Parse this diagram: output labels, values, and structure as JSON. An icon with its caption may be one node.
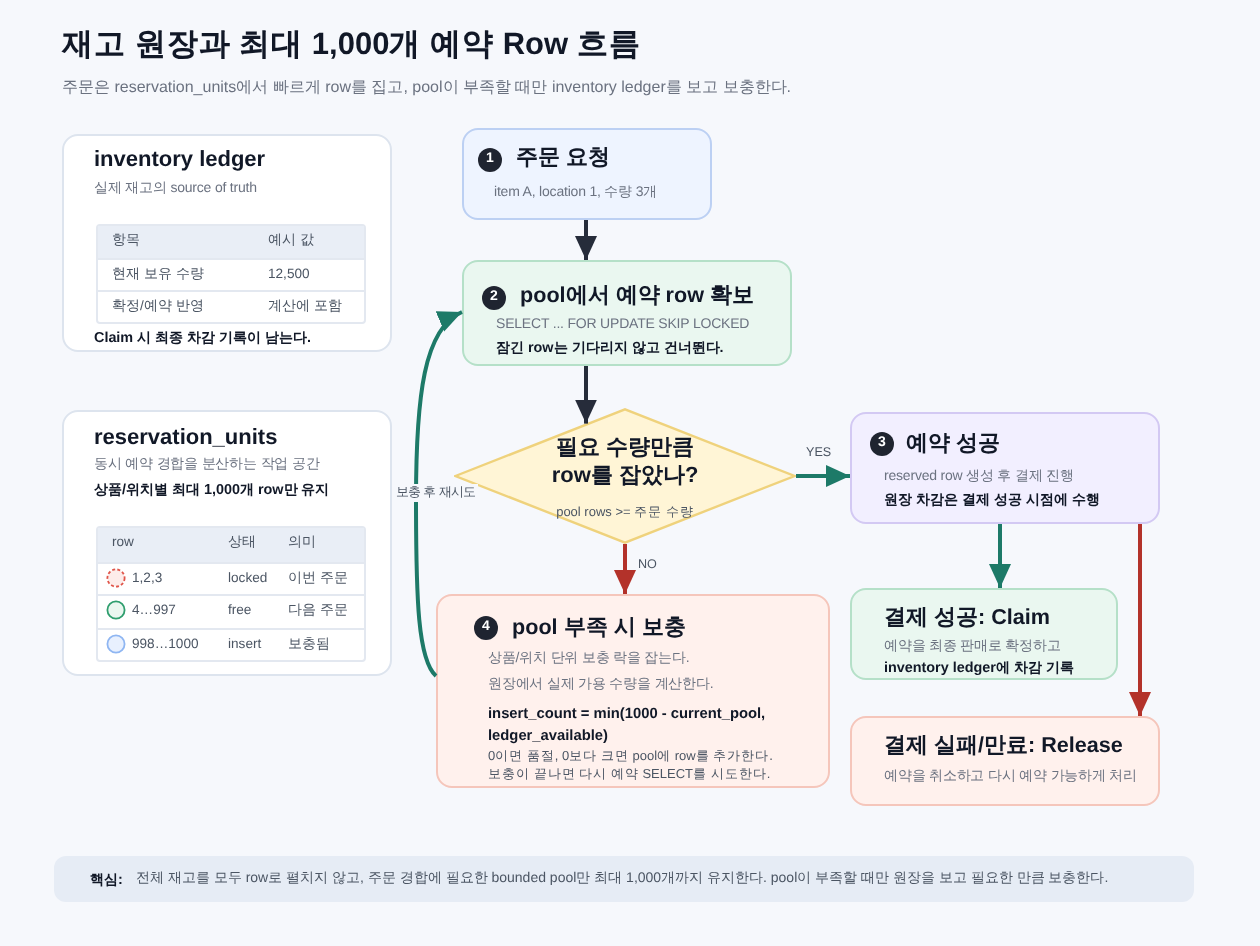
{
  "diagram": {
    "title": "재고 원장과 최대 1,000개 예약 Row 흐름",
    "nodes": [
      {
        "text": [
          "inventory ledger",
          "실제 재고의 source of truth",
          "항목",
          "예시 값",
          "현재 보유 수량",
          "12,500",
          "확정/예약 반영",
          "계산에 포함",
          "Claim 시 최종 차감 기록이 남는다."
        ]
      },
      {
        "text": [
          "reservation_units",
          "동시 예약 경합을 분산하는 작업 공간",
          "상품/위치별 최대 1,000개 row만 유지",
          "row",
          "상태",
          "의미",
          "1,2,3",
          "locked",
          "이번 주문",
          "4…997",
          "free",
          "다음 주문",
          "998…1000",
          "insert",
          "보충됨"
        ]
      },
      {
        "text": [
          "1",
          "주문 요청",
          "item A, location 1, 수량 3개"
        ]
      },
      {
        "text": [
          "2",
          "pool에서 예약 row 확보",
          "SELECT ... FOR UPDATE SKIP LOCKED",
          "잠긴 row는 기다리지 않고 건너뛴다."
        ]
      },
      {
        "text": [
          "필요 수량만큼 row를 잡았나?",
          "pool rows >= 주문 수량"
        ]
      },
      {
        "text": [
          "3",
          "예약 성공",
          "reserved row 생성 후 결제 진행",
          "원장 차감은 결제 성공 시점에 수행"
        ]
      },
      {
        "text": [
          "4",
          "pool 부족 시 보충",
          "상품/위치 단위 보충 락을 잡는다.",
          "원장에서 실제 가용 수량을 계산한다.",
          "insert_count = min(1000 - current_pool, ledger_available)",
          "0이면 품절, 0보다 크면 pool에 row를 추가한다.",
          "보충이 끝나면 다시 예약 SELECT를 시도한다."
        ]
      },
      {
        "text": [
          "결제 성공: Claim",
          "예약을 최종 판매로 확정하고",
          "inventory ledger에 차감 기록"
        ]
      },
      {
        "text": [
          "결제 실패/만료: Release",
          "예약을 취소하고 다시 예약 가능하게 처리"
        ]
      },
      {
        "text": [
          "핵심:",
          "전체 재고를 모두 row로 펼치지 않고, 주문 경합에 필요한 bounded pool만 최대 1,000개까지 유지한다. pool이 부족할 때만 원장을 보고 필요한 만큼 보충한다."
        ]
      }
    ],
    "edges": [
      {
        "from": 2,
        "to": 3,
        "arrow": "to"
      },
      {
        "from": 3,
        "to": 4,
        "arrow": "to"
      },
      {
        "from": 4,
        "to": 5,
        "arrow": "to",
        "label": "YES",
        "color": "#1d7a68"
      },
      {
        "from": 4,
        "to": 6,
        "arrow": "to",
        "label": "NO",
        "color": "#b3322a"
      },
      {
        "from": 6,
        "to": 3,
        "arrow": "to",
        "label": "보충 후 재시도",
        "color": "#1d7a68"
      },
      {
        "from": 5,
        "to": 7,
        "arrow": "to",
        "color": "#1d7a68"
      },
      {
        "from": 5,
        "to": 8,
        "arrow": "to",
        "color": "#b3322a"
      }
    ],
    "labels": [
      "주문은 reservation_units에서 빠르게 row를 집고, pool이 부족할 때만 inventory ledger를 보고 보충한다."
    ]
  }
}
